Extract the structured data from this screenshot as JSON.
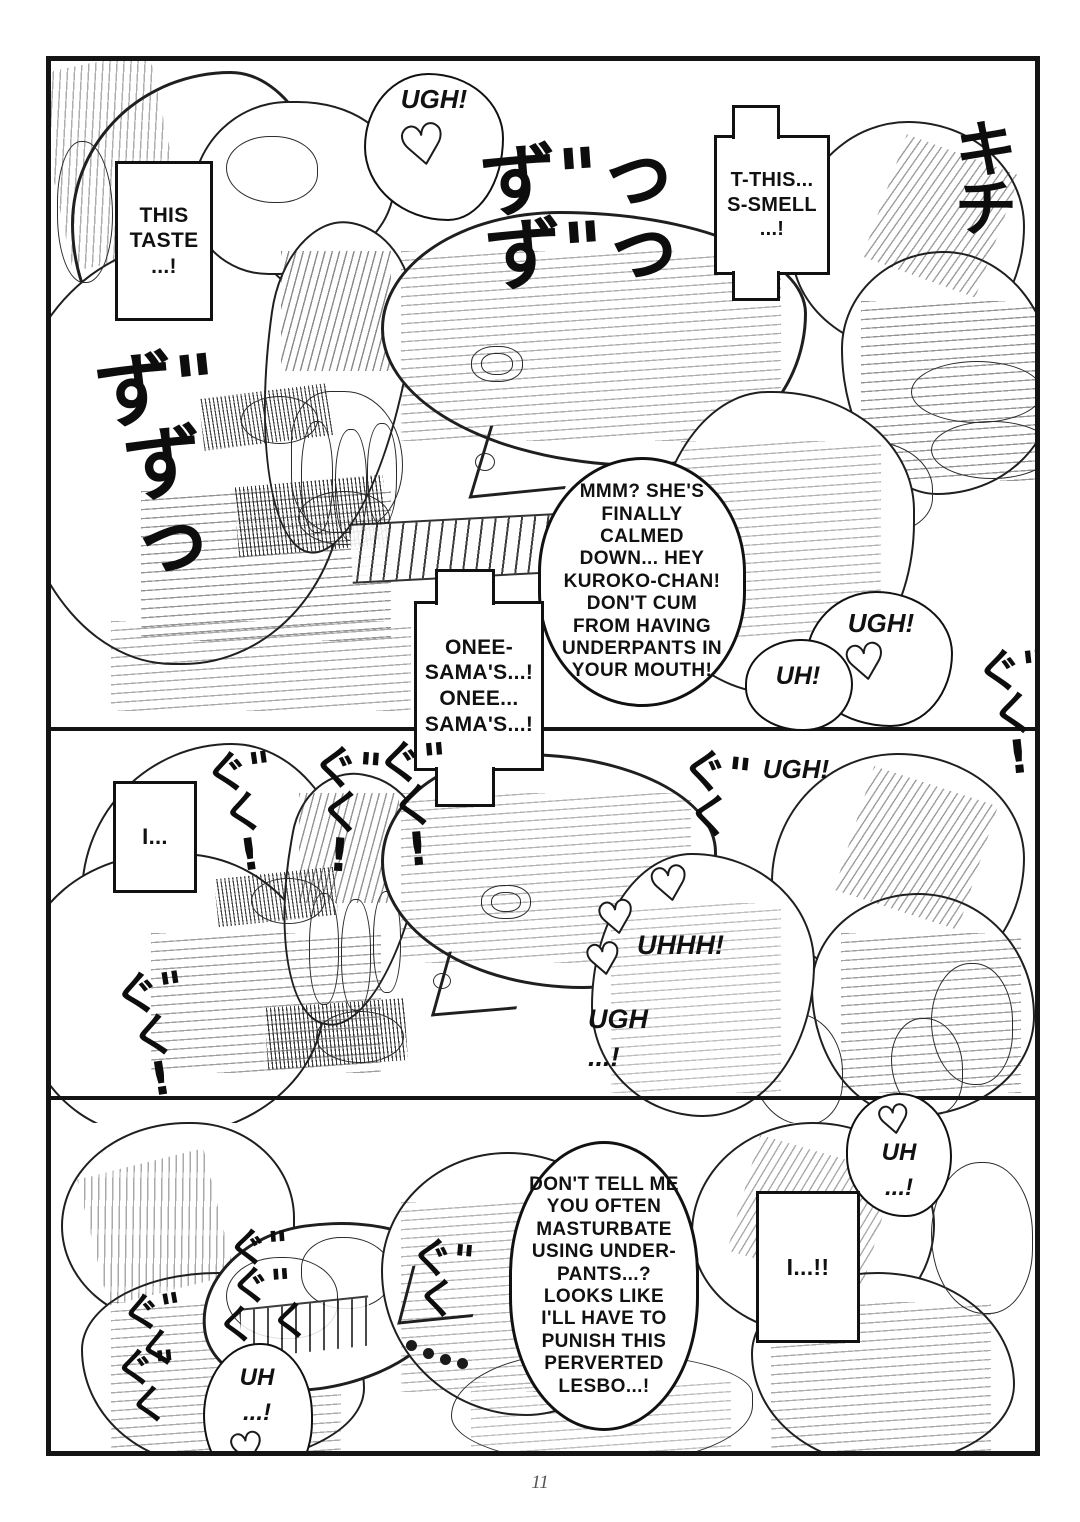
{
  "document": {
    "type": "manga-page",
    "page_number": "11",
    "frame_color": "#141414",
    "background": "#ffffff"
  },
  "panels": [
    {
      "id": "panel-top",
      "label": "top panel"
    },
    {
      "id": "panel-middle",
      "label": "middle panel"
    },
    {
      "id": "panel-bottom",
      "label": "bottom panel"
    }
  ],
  "caption_boxes": [
    {
      "id": "this-taste",
      "text": "THIS\nTASTE\n...!"
    },
    {
      "id": "t-this-smell",
      "text": "T-THIS...\nS-SMELL\n...!"
    },
    {
      "id": "onee-samas",
      "text": "ONEE-\nSAMA'S...!\nONEE...\nSAMA'S...!"
    },
    {
      "id": "i-dots",
      "text": "I..."
    },
    {
      "id": "i-exclaim",
      "text": "I...!!"
    }
  ],
  "speech_balloons": [
    {
      "id": "mmm-calmed-down",
      "text": "MMM? SHE'S\nFINALLY\nCALMED\nDOWN... HEY\nKUROKO-CHAN!\nDON'T CUM\nFROM HAVING\nUNDERPANTS IN\nYOUR MOUTH!"
    },
    {
      "id": "dont-tell-me",
      "text": "DON'T TELL ME\nYOU OFTEN\nMASTURBATE\nUSING UNDER-\nPANTS...?\nLOOKS LIKE\nI'LL HAVE TO\nPUNISH THIS\nPERVERTED\nLESBO...!"
    }
  ],
  "shouts": [
    {
      "id": "ugh-top",
      "text": "UGH!"
    },
    {
      "id": "ugh-mid-right",
      "text": "UGH!"
    },
    {
      "id": "uh-mid-right",
      "text": "UH!"
    },
    {
      "id": "ugh-mid-right-2",
      "text": "UGH!"
    },
    {
      "id": "uhhh-mid",
      "text": "UHHH!"
    },
    {
      "id": "ugh-mid-lower",
      "text": "UGH\n...!"
    },
    {
      "id": "uh-bottom-right",
      "text": "UH\n...!"
    },
    {
      "id": "uh-bottom-left",
      "text": "UH\n...!"
    }
  ],
  "sound_effects": [
    {
      "id": "sfx-top-center",
      "text": "ず\"っ\nず\"っ",
      "reading": "zu-zu"
    },
    {
      "id": "sfx-top-right",
      "text": "キチ",
      "reading": "kichi"
    },
    {
      "id": "sfx-top-left",
      "text": "ず\"\nず\nっ",
      "reading": "zuzu"
    },
    {
      "id": "sfx-mid-left-a",
      "text": "ぐ\"\nく\n!",
      "reading": "gugu"
    },
    {
      "id": "sfx-mid-left-b",
      "text": "ぐ\"\nく\n!",
      "reading": "gugu"
    },
    {
      "id": "sfx-mid-left-c",
      "text": "ぐ\"\nく\n!",
      "reading": "gugu"
    },
    {
      "id": "sfx-mid-left-d",
      "text": "ぐ\"\nく\n!",
      "reading": "gugu"
    },
    {
      "id": "sfx-mid-center",
      "text": "ぐ\"\nく",
      "reading": "guku"
    },
    {
      "id": "sfx-mid-right",
      "text": "ぐ\"\nく\n!",
      "reading": "gugu"
    },
    {
      "id": "sfx-bottom-a",
      "text": "ぐ\" ぐ\"\nく く",
      "reading": "gugu"
    },
    {
      "id": "sfx-bottom-b",
      "text": "ぐ\"\nく",
      "reading": "guku"
    },
    {
      "id": "sfx-bottom-c",
      "text": "ぐ\"\nく",
      "reading": "guku"
    },
    {
      "id": "sfx-bottom-d",
      "text": "ぐ\"\nく",
      "reading": "guku"
    }
  ],
  "decorations": {
    "heart_glyph": "♥"
  }
}
